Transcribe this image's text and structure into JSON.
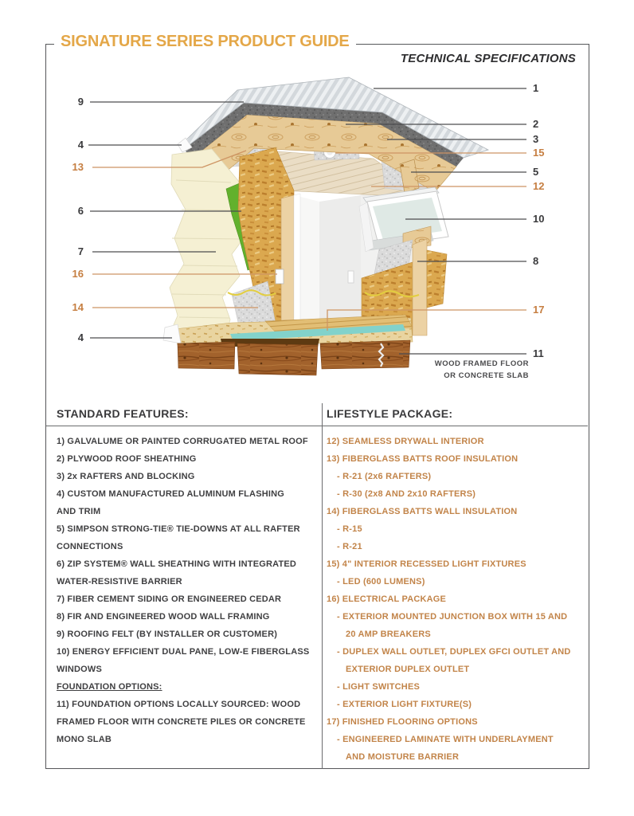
{
  "page": {
    "title": "SIGNATURE SERIES PRODUCT GUIDE",
    "subtitle": "TECHNICAL SPECIFICATIONS"
  },
  "colors": {
    "title_gold": "#E4A748",
    "accent_orange": "#C28449",
    "text_dark": "#3F3F41",
    "leader_dark": "#4D4D4F",
    "leader_orange": "#CE9564"
  },
  "diagram": {
    "caption_line1": "WOOD FRAMED FLOOR",
    "caption_line2": "OR CONCRETE SLAB",
    "callouts_left": [
      {
        "label": "9"
      },
      {
        "label": "4"
      },
      {
        "label": "13",
        "accent": true
      },
      {
        "label": "6"
      },
      {
        "label": "7"
      },
      {
        "label": "16",
        "accent": true
      },
      {
        "label": "14",
        "accent": true
      },
      {
        "label": "4"
      }
    ],
    "callouts_right": [
      {
        "label": "1"
      },
      {
        "label": "2"
      },
      {
        "label": "3"
      },
      {
        "label": "15",
        "accent": true
      },
      {
        "label": "5"
      },
      {
        "label": "12",
        "accent": true
      },
      {
        "label": "10"
      },
      {
        "label": "8"
      },
      {
        "label": "17",
        "accent": true
      },
      {
        "label": "11"
      }
    ]
  },
  "standard_features": {
    "heading": "STANDARD FEATURES:",
    "lines": [
      {
        "text": "1) GALVALUME OR PAINTED CORRUGATED METAL ROOF"
      },
      {
        "text": "2) PLYWOOD ROOF SHEATHING"
      },
      {
        "text": "3) 2x RAFTERS AND BLOCKING"
      },
      {
        "text": "4) CUSTOM MANUFACTURED ALUMINUM FLASHING"
      },
      {
        "text": "AND TRIM"
      },
      {
        "text": "5) SIMPSON STRONG-TIE® TIE-DOWNS AT ALL RAFTER"
      },
      {
        "text": "CONNECTIONS"
      },
      {
        "text": "6) ZIP SYSTEM® WALL SHEATHING WITH INTEGRATED"
      },
      {
        "text": "WATER-RESISTIVE BARRIER"
      },
      {
        "text": "7) FIBER CEMENT SIDING OR ENGINEERED CEDAR"
      },
      {
        "text": "8) FIR AND ENGINEERED WOOD WALL FRAMING"
      },
      {
        "text": "9) ROOFING FELT (BY INSTALLER OR CUSTOMER)"
      },
      {
        "text": "10) ENERGY EFFICIENT DUAL PANE, LOW-E FIBERGLASS"
      },
      {
        "text": "WINDOWS"
      },
      {
        "text": "FOUNDATION OPTIONS:",
        "underline": true
      },
      {
        "text": "11) FOUNDATION OPTIONS LOCALLY SOURCED: WOOD"
      },
      {
        "text": "FRAMED FLOOR WITH CONCRETE PILES OR CONCRETE"
      },
      {
        "text": "MONO SLAB"
      }
    ]
  },
  "lifestyle_package": {
    "heading": "LIFESTYLE PACKAGE:",
    "lines": [
      {
        "text": "12) SEAMLESS DRYWALL INTERIOR"
      },
      {
        "text": "13) FIBERGLASS BATTS ROOF INSULATION"
      },
      {
        "text": "- R-21 (2x6 RAFTERS)",
        "indent": 1
      },
      {
        "text": "- R-30 (2x8 AND 2x10 RAFTERS)",
        "indent": 1
      },
      {
        "text": "14) FIBERGLASS BATTS WALL INSULATION"
      },
      {
        "text": "- R-15",
        "indent": 1
      },
      {
        "text": "- R-21",
        "indent": 1
      },
      {
        "text": "15) 4\" INTERIOR RECESSED LIGHT FIXTURES"
      },
      {
        "text": "- LED (600 LUMENS)",
        "indent": 1
      },
      {
        "text": "16) ELECTRICAL PACKAGE"
      },
      {
        "text": "- EXTERIOR MOUNTED JUNCTION BOX WITH 15 AND",
        "indent": 1
      },
      {
        "text": "20 AMP BREAKERS",
        "indent": 2
      },
      {
        "text": "- DUPLEX WALL OUTLET, DUPLEX GFCI OUTLET AND",
        "indent": 1
      },
      {
        "text": "EXTERIOR DUPLEX OUTLET",
        "indent": 2
      },
      {
        "text": "- LIGHT SWITCHES",
        "indent": 1
      },
      {
        "text": "- EXTERIOR LIGHT FIXTURE(S)",
        "indent": 1
      },
      {
        "text": "17) FINISHED FLOORING OPTIONS"
      },
      {
        "text": "- ENGINEERED LAMINATE WITH UNDERLAYMENT",
        "indent": 1
      },
      {
        "text": "AND MOISTURE BARRIER",
        "indent": 2
      }
    ]
  }
}
